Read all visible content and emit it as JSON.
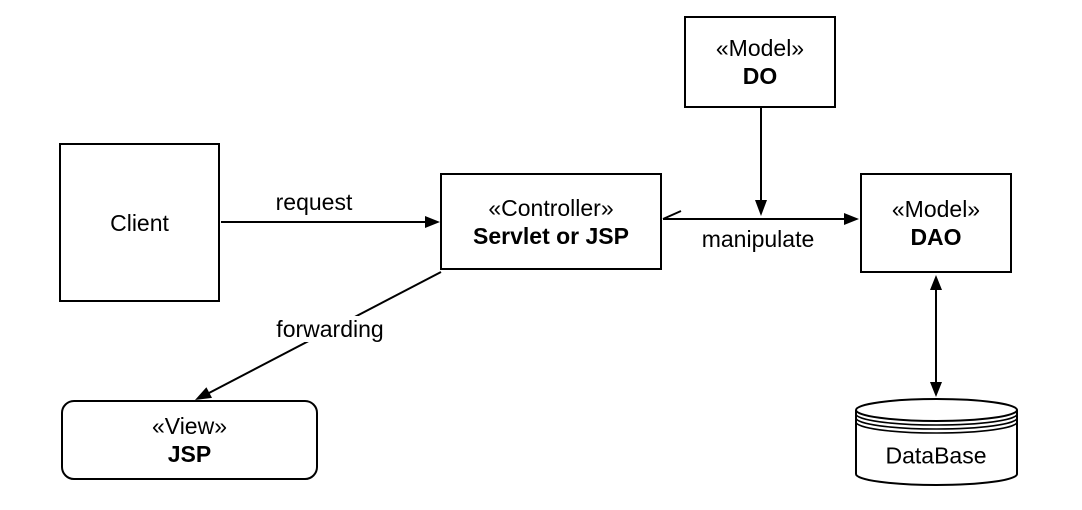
{
  "diagram": {
    "background_color": "#ffffff",
    "stroke_color": "#000000",
    "nodes": {
      "client": {
        "label": "Client"
      },
      "controller": {
        "stereotype": "«Controller»",
        "name": "Servlet or JSP"
      },
      "do": {
        "stereotype": "«Model»",
        "name": "DO"
      },
      "dao": {
        "stereotype": "«Model»",
        "name": "DAO"
      },
      "view": {
        "stereotype": "«View»",
        "name": "JSP"
      },
      "database": {
        "label": "DataBase"
      }
    },
    "edges": {
      "request": {
        "label": "request",
        "from": "client",
        "to": "controller"
      },
      "manipulate": {
        "label": "manipulate",
        "from": "controller",
        "to": "dao"
      },
      "do_to_manipulate": {
        "label": "",
        "from": "do",
        "to": "manipulate-line"
      },
      "forwarding": {
        "label": "forwarding",
        "from": "controller",
        "to": "view"
      },
      "dao_database": {
        "label": "",
        "from": "dao",
        "to": "database"
      }
    }
  }
}
